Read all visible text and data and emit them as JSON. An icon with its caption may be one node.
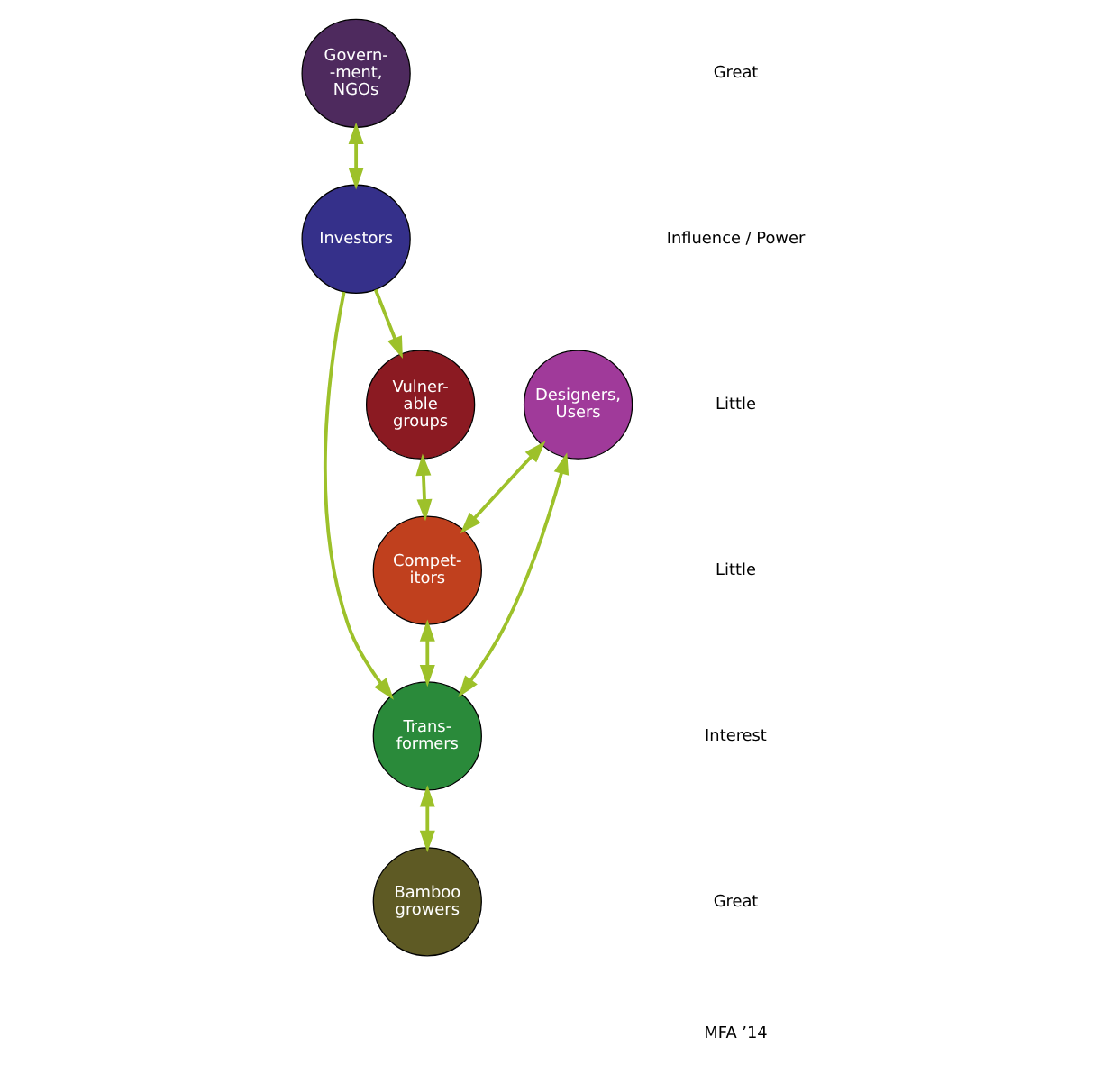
{
  "diagram": {
    "nodes": [
      {
        "text": [
          "Govern- -ment, NGOs"
        ]
      },
      {
        "text": [
          "Investors"
        ]
      },
      {
        "text": [
          "Designers, Users"
        ]
      },
      {
        "text": [
          "Trans- formers"
        ]
      },
      {
        "text": [
          "Compet- itors"
        ]
      },
      {
        "text": [
          "Bamboo growers"
        ]
      },
      {
        "text": [
          "Vulner- able groups"
        ]
      }
    ],
    "edges": [
      {
        "from": 0,
        "to": 1,
        "arrow": "both"
      },
      {
        "from": 1,
        "to": 3,
        "arrow": "to"
      },
      {
        "from": 1,
        "to": 6,
        "arrow": "to"
      },
      {
        "from": 2,
        "to": 3,
        "arrow": "both"
      },
      {
        "from": 2,
        "to": 4,
        "arrow": "both"
      },
      {
        "from": 4,
        "to": 3,
        "arrow": "both"
      },
      {
        "from": 3,
        "to": 5,
        "arrow": "both"
      },
      {
        "from": 6,
        "to": 4,
        "arrow": "both"
      }
    ],
    "labels": [
      "Great",
      "Influence / Power",
      "Little",
      "Little",
      "Interest",
      "Great",
      "MFA ’14"
    ]
  }
}
